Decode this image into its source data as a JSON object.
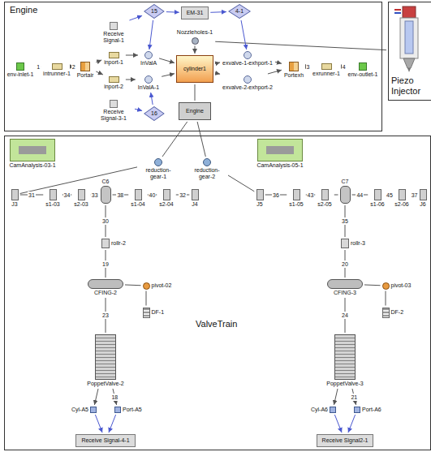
{
  "diagram": {
    "nodes": [
      {
        "text": [
          "Engine"
        ]
      },
      {
        "text": [
          "Piezo Injector"
        ]
      },
      {
        "text": [
          "ValveTrain"
        ]
      },
      {
        "text": [
          "env-inlet-1"
        ],
        "in": 0
      },
      {
        "text": [
          "intrunner-1"
        ],
        "in": 0
      },
      {
        "text": [
          "Portair"
        ],
        "in": 0
      },
      {
        "text": [
          "inport-1"
        ],
        "in": 0
      },
      {
        "text": [
          "InValA"
        ],
        "in": 0
      },
      {
        "text": [
          "inport-2"
        ],
        "in": 0
      },
      {
        "text": [
          "InValA-1"
        ],
        "in": 0
      },
      {
        "text": [
          "cylinder1"
        ],
        "in": 0
      },
      {
        "text": [
          "exvalve-1-exhport-1"
        ],
        "in": 0
      },
      {
        "text": [
          "exvalve-2-exhport-2"
        ],
        "in": 0
      },
      {
        "text": [
          "Portexh"
        ],
        "in": 0
      },
      {
        "text": [
          "exrunner-1"
        ],
        "in": 0
      },
      {
        "text": [
          "env-outlet-1"
        ],
        "in": 0
      },
      {
        "text": [
          "Nozzleholes-1"
        ],
        "in": 0
      },
      {
        "text": [
          "Receive Signal-1"
        ],
        "in": 0
      },
      {
        "text": [
          "Receive Signal-3-1"
        ],
        "in": 0
      },
      {
        "text": [
          "15"
        ],
        "in": 0
      },
      {
        "text": [
          "EM-31"
        ],
        "in": 0
      },
      {
        "text": [
          "4-1"
        ],
        "in": 0
      },
      {
        "text": [
          "16"
        ],
        "in": 0
      },
      {
        "text": [
          "Engine"
        ],
        "in": 0
      },
      {
        "text": [
          "CamAnalysis-03-1"
        ],
        "in": 2
      },
      {
        "text": [
          "reduction-gear-1"
        ],
        "in": 2
      },
      {
        "text": [
          "reduction-gear-2"
        ],
        "in": 2
      },
      {
        "text": [
          "CamAnalysis-05-1"
        ],
        "in": 2
      },
      {
        "text": [
          "J3"
        ],
        "in": 2
      },
      {
        "text": [
          "s1-03"
        ],
        "in": 2
      },
      {
        "text": [
          "s2-03"
        ],
        "in": 2
      },
      {
        "text": [
          "C6"
        ],
        "in": 2
      },
      {
        "text": [
          "s1-04"
        ],
        "in": 2
      },
      {
        "text": [
          "s2-04"
        ],
        "in": 2
      },
      {
        "text": [
          "J4"
        ],
        "in": 2
      },
      {
        "text": [
          "J5"
        ],
        "in": 2
      },
      {
        "text": [
          "s1-05"
        ],
        "in": 2
      },
      {
        "text": [
          "s2-05"
        ],
        "in": 2
      },
      {
        "text": [
          "C7"
        ],
        "in": 2
      },
      {
        "text": [
          "s1-06"
        ],
        "in": 2
      },
      {
        "text": [
          "s2-06"
        ],
        "in": 2
      },
      {
        "text": [
          "J6"
        ],
        "in": 2
      },
      {
        "text": [
          "rollr-2"
        ],
        "in": 2
      },
      {
        "text": [
          "CFING-2"
        ],
        "in": 2
      },
      {
        "text": [
          "pivot-02"
        ],
        "in": 2
      },
      {
        "text": [
          "DF-1"
        ],
        "in": 2
      },
      {
        "text": [
          "PoppetValve-2"
        ],
        "in": 2
      },
      {
        "text": [
          "Port-A5"
        ],
        "in": 2
      },
      {
        "text": [
          "Cyl-A5"
        ],
        "in": 2
      },
      {
        "text": [
          "Receive Signal-4-1"
        ],
        "in": 2
      },
      {
        "text": [
          "rollr-3"
        ],
        "in": 2
      },
      {
        "text": [
          "CFING-3"
        ],
        "in": 2
      },
      {
        "text": [
          "pivot-03"
        ],
        "in": 2
      },
      {
        "text": [
          "DF-2"
        ],
        "in": 2
      },
      {
        "text": [
          "PoppetValve-3"
        ],
        "in": 2
      },
      {
        "text": [
          "Port-A6"
        ],
        "in": 2
      },
      {
        "text": [
          "Cyl-A6"
        ],
        "in": 2
      },
      {
        "text": [
          "Receive Signal2-1"
        ],
        "in": 2
      }
    ],
    "edges": [
      {
        "from": 3,
        "to": 4,
        "arrow": "to",
        "label": "1"
      },
      {
        "from": 4,
        "to": 5,
        "arrow": "to",
        "label": "2"
      },
      {
        "from": 5,
        "to": 6,
        "arrow": "to"
      },
      {
        "from": 5,
        "to": 8,
        "arrow": "to"
      },
      {
        "from": 6,
        "to": 7,
        "arrow": "to"
      },
      {
        "from": 8,
        "to": 9,
        "arrow": "to"
      },
      {
        "from": 7,
        "to": 10,
        "arrow": "to"
      },
      {
        "from": 9,
        "to": 10,
        "arrow": "to"
      },
      {
        "from": 10,
        "to": 11,
        "arrow": "to"
      },
      {
        "from": 10,
        "to": 12,
        "arrow": "to"
      },
      {
        "from": 11,
        "to": 13,
        "arrow": "to"
      },
      {
        "from": 12,
        "to": 13,
        "arrow": "to"
      },
      {
        "from": 13,
        "to": 14,
        "arrow": "to",
        "label": "3"
      },
      {
        "from": 14,
        "to": 15,
        "arrow": "to",
        "label": "4"
      },
      {
        "from": 16,
        "to": 10,
        "arrow": "to"
      },
      {
        "from": 16,
        "to": 1,
        "arrow": "none"
      },
      {
        "from": 17,
        "to": 19,
        "arrow": "to"
      },
      {
        "from": 19,
        "to": 7,
        "arrow": "to"
      },
      {
        "from": 19,
        "to": 20,
        "arrow": "to"
      },
      {
        "from": 20,
        "to": 21,
        "arrow": "to"
      },
      {
        "from": 21,
        "to": 11,
        "arrow": "to"
      },
      {
        "from": 18,
        "to": 22,
        "arrow": "to"
      },
      {
        "from": 22,
        "to": 9,
        "arrow": "to"
      },
      {
        "from": 10,
        "to": 23,
        "arrow": "none"
      },
      {
        "from": 23,
        "to": 25,
        "arrow": "none"
      },
      {
        "from": 23,
        "to": 26,
        "arrow": "none"
      },
      {
        "from": 25,
        "to": 28,
        "arrow": "none"
      },
      {
        "from": 26,
        "to": 35,
        "arrow": "none"
      },
      {
        "from": 28,
        "to": 29,
        "arrow": "none",
        "label": "31"
      },
      {
        "from": 29,
        "to": 30,
        "arrow": "none",
        "label": "34"
      },
      {
        "from": 30,
        "to": 31,
        "arrow": "none",
        "label": "33"
      },
      {
        "from": 31,
        "to": 32,
        "arrow": "none",
        "label": "38"
      },
      {
        "from": 32,
        "to": 33,
        "arrow": "none",
        "label": "40"
      },
      {
        "from": 33,
        "to": 34,
        "arrow": "none",
        "label": "32"
      },
      {
        "from": 35,
        "to": 36,
        "arrow": "none",
        "label": "36"
      },
      {
        "from": 36,
        "to": 37,
        "arrow": "none",
        "label": "43"
      },
      {
        "from": 37,
        "to": 38,
        "arrow": "none"
      },
      {
        "from": 38,
        "to": 39,
        "arrow": "none",
        "label": "44"
      },
      {
        "from": 39,
        "to": 40,
        "arrow": "none",
        "label": "45"
      },
      {
        "from": 40,
        "to": 41,
        "arrow": "none",
        "label": "37"
      },
      {
        "from": 31,
        "to": 42,
        "arrow": "none",
        "label": "30"
      },
      {
        "from": 42,
        "to": 43,
        "arrow": "none",
        "label": "19"
      },
      {
        "from": 44,
        "to": 43,
        "arrow": "none"
      },
      {
        "from": 45,
        "to": 44,
        "arrow": "none"
      },
      {
        "from": 43,
        "to": 46,
        "arrow": "none",
        "label": "23"
      },
      {
        "from": 46,
        "to": 47,
        "arrow": "to",
        "label": "18"
      },
      {
        "from": 46,
        "to": 48,
        "arrow": "to"
      },
      {
        "from": 47,
        "to": 49,
        "arrow": "to"
      },
      {
        "from": 48,
        "to": 49,
        "arrow": "to"
      },
      {
        "from": 38,
        "to": 50,
        "arrow": "none",
        "label": "35"
      },
      {
        "from": 50,
        "to": 51,
        "arrow": "none",
        "label": "20"
      },
      {
        "from": 52,
        "to": 51,
        "arrow": "none"
      },
      {
        "from": 53,
        "to": 52,
        "arrow": "none"
      },
      {
        "from": 51,
        "to": 54,
        "arrow": "none",
        "label": "24"
      },
      {
        "from": 54,
        "to": 55,
        "arrow": "to",
        "label": "21"
      },
      {
        "from": 54,
        "to": 56,
        "arrow": "to"
      },
      {
        "from": 55,
        "to": 57,
        "arrow": "to"
      },
      {
        "from": 56,
        "to": 57,
        "arrow": "to"
      }
    ]
  }
}
